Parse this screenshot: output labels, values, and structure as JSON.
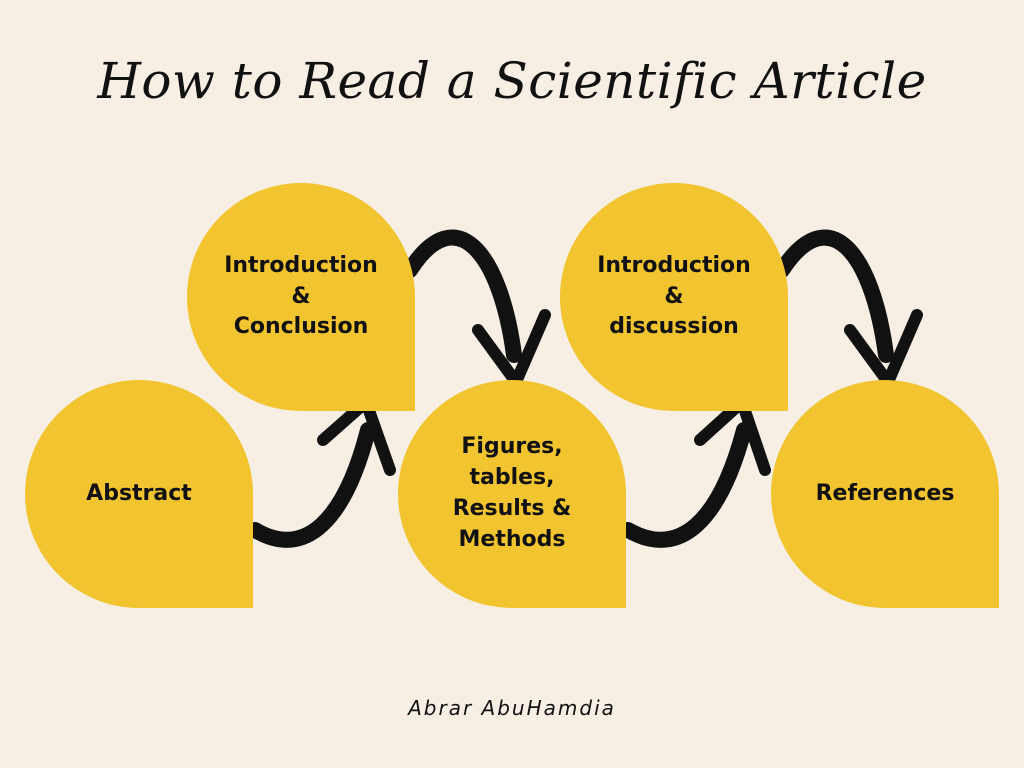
{
  "title": "How to Read a Scientific Article",
  "steps": [
    {
      "label": "Abstract"
    },
    {
      "label": "Introduction\n&\nConclusion"
    },
    {
      "label": "Figures,\ntables,\nResults &\nMethods"
    },
    {
      "label": "Introduction\n&\ndiscussion"
    },
    {
      "label": "References"
    }
  ],
  "footer": "Abrar AbuHamdia",
  "colors": {
    "background": "#f7efe3",
    "shape": "#f2c42f",
    "ink": "#111111"
  },
  "connectors": 4
}
